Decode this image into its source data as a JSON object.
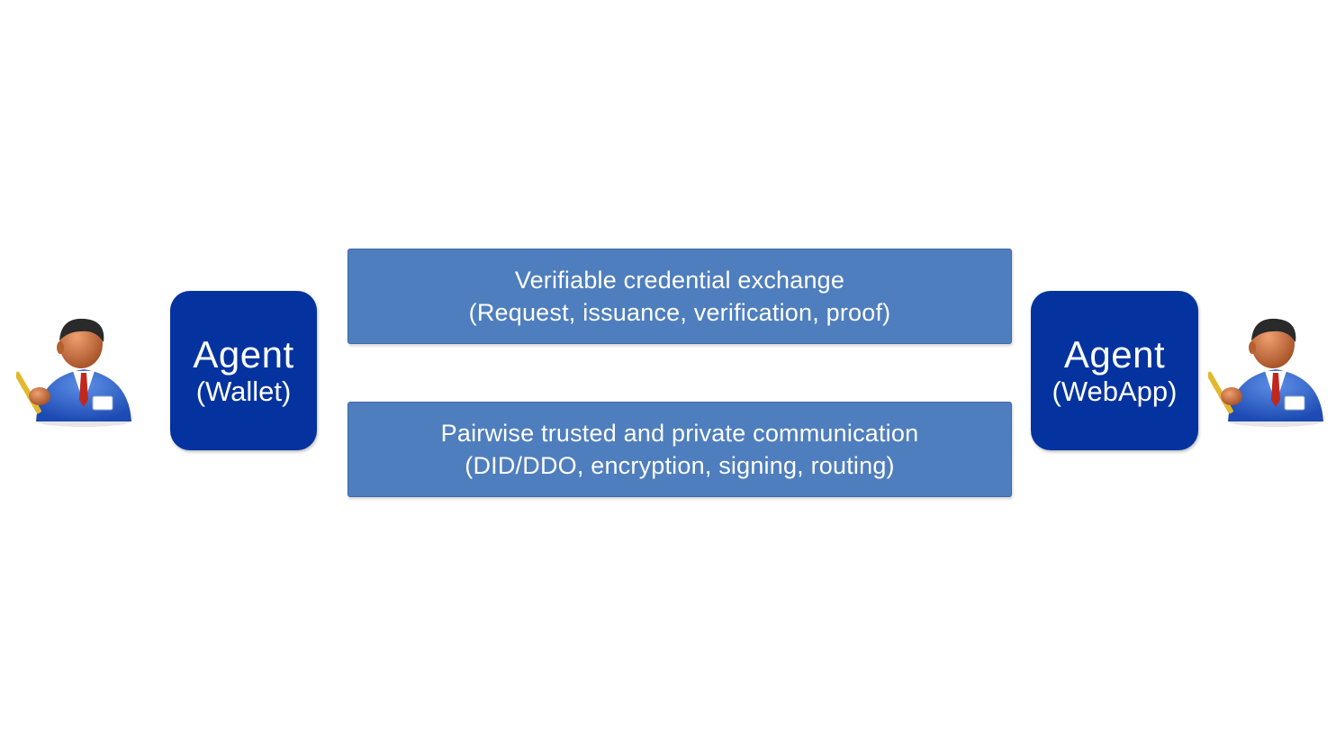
{
  "agents": {
    "left": {
      "title": "Agent",
      "subtitle": "(Wallet)"
    },
    "right": {
      "title": "Agent",
      "subtitle": "(WebApp)"
    }
  },
  "layers": {
    "top": {
      "line1": "Verifiable credential exchange",
      "line2": "(Request, issuance, verification, proof)"
    },
    "bottom": {
      "line1": "Pairwise trusted and private communication",
      "line2": "(DID/DDO, encryption, signing, routing)"
    }
  },
  "icons": {
    "left_person": "person-with-pen-icon",
    "right_person": "person-with-pen-icon"
  },
  "colors": {
    "agent_fill": "#0433a0",
    "layer_fill": "#4e7ebe",
    "text": "#ffffff"
  }
}
